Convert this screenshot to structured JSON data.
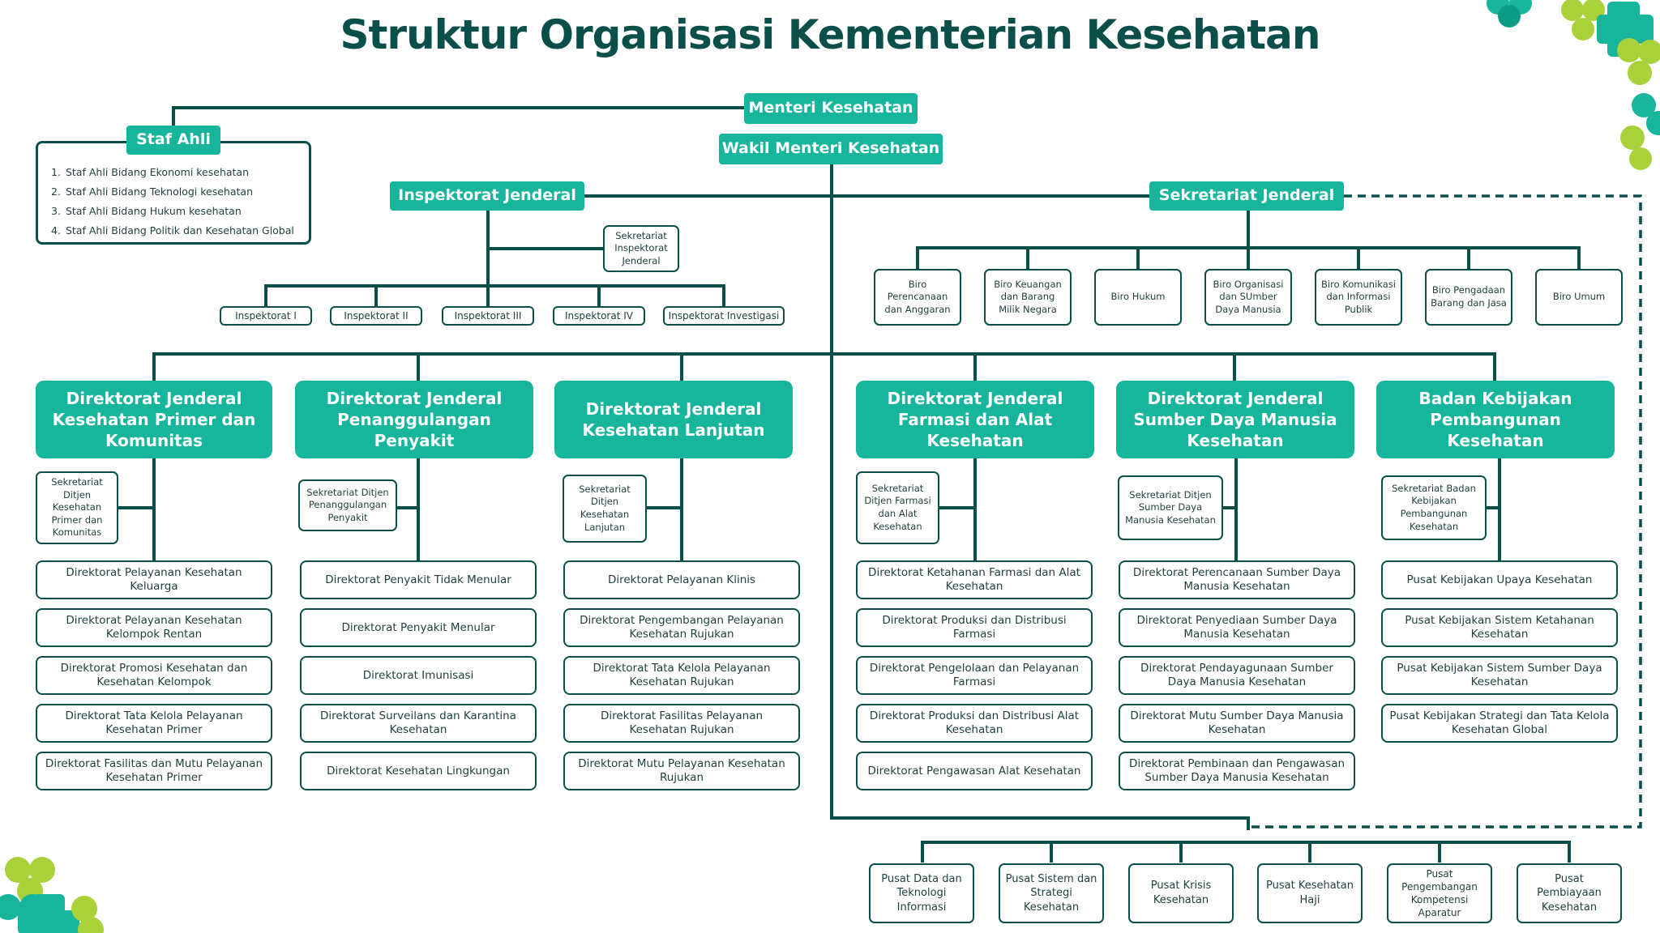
{
  "title": "Struktur Organisasi Kementerian Kesehatan",
  "colors": {
    "dark": "#0b4f4a",
    "teal": "#17b59c",
    "leaf_green": "#a8d13a",
    "leaf_teal": "#17b59c"
  },
  "top": {
    "menteri": "Menteri Kesehatan",
    "wakil": "Wakil Menteri Kesehatan",
    "inspektorat_jenderal": "Inspektorat Jenderal",
    "sekretariat_jenderal": "Sekretariat Jenderal"
  },
  "staf_ahli": {
    "title": "Staf Ahli",
    "items": [
      {
        "num": "1.",
        "label": "Staf Ahli Bidang Ekonomi kesehatan"
      },
      {
        "num": "2.",
        "label": "Staf Ahli Bidang Teknologi kesehatan"
      },
      {
        "num": "3.",
        "label": "Staf Ahli Bidang Hukum kesehatan"
      },
      {
        "num": "4.",
        "label": "Staf Ahli Bidang Politik dan Kesehatan Global"
      }
    ]
  },
  "inspektorat": {
    "sekretariat": "Sekretariat Inspektorat Jenderal",
    "units": [
      "Inspektorat I",
      "Inspektorat II",
      "Inspektorat III",
      "Inspektorat IV",
      "Inspektorat Investigasi"
    ]
  },
  "biro": [
    "Biro Perencanaan dan Anggaran",
    "Biro Keuangan dan Barang Milik Negara",
    "Biro Hukum",
    "Biro Organisasi dan SUmber Daya Manusia",
    "Biro Komunikasi dan Informasi Publik",
    "Biro Pengadaan Barang dan Jasa",
    "Biro Umum"
  ],
  "directorates": [
    {
      "head": "Direktorat Jenderal Kesehatan Primer dan Komunitas",
      "sekretariat": "Sekretariat Ditjen Kesehatan Primer dan Komunitas",
      "units": [
        "Direktorat Pelayanan Kesehatan Keluarga",
        "Direktorat Pelayanan Kesehatan Kelompok Rentan",
        "Direktorat Promosi Kesehatan dan Kesehatan Kelompok",
        "Direktorat Tata Kelola Pelayanan Kesehatan Primer",
        "Direktorat Fasilitas dan Mutu Pelayanan Kesehatan Primer"
      ]
    },
    {
      "head": "Direktorat Jenderal Penanggulangan Penyakit",
      "sekretariat": "Sekretariat Ditjen Penanggulangan Penyakit",
      "units": [
        "Direktorat Penyakit Tidak Menular",
        "Direktorat Penyakit Menular",
        "Direktorat Imunisasi",
        "Direktorat Surveilans dan Karantina Kesehatan",
        "Direktorat Kesehatan Lingkungan"
      ]
    },
    {
      "head": "Direktorat Jenderal Kesehatan Lanjutan",
      "sekretariat": "Sekretariat Ditjen Kesehatan Lanjutan",
      "units": [
        "Direktorat Pelayanan Klinis",
        "Direktorat Pengembangan Pelayanan Kesehatan Rujukan",
        "Direktorat Tata Kelola Pelayanan Kesehatan Rujukan",
        "Direktorat Fasilitas Pelayanan Kesehatan Rujukan",
        "Direktorat Mutu Pelayanan Kesehatan Rujukan"
      ]
    },
    {
      "head": "Direktorat Jenderal Farmasi dan Alat Kesehatan",
      "sekretariat": "Sekretariat Ditjen Farmasi dan Alat Kesehatan",
      "units": [
        "Direktorat Ketahanan Farmasi dan Alat Kesehatan",
        "Direktorat Produksi dan Distribusi Farmasi",
        "Direktorat Pengelolaan dan Pelayanan Farmasi",
        "Direktorat Produksi dan Distribusi Alat Kesehatan",
        "Direktorat Pengawasan Alat Kesehatan"
      ]
    },
    {
      "head": "Direktorat Jenderal Sumber Daya Manusia Kesehatan",
      "sekretariat": "Sekretariat Ditjen Sumber Daya Manusia Kesehatan",
      "units": [
        "Direktorat Perencanaan Sumber Daya Manusia Kesehatan",
        "Direktorat Penyediaan Sumber Daya Manusia Kesehatan",
        "Direktorat Pendayagunaan Sumber Daya Manusia Kesehatan",
        "Direktorat Mutu Sumber Daya Manusia Kesehatan",
        "Direktorat Pembinaan dan Pengawasan Sumber Daya Manusia Kesehatan"
      ]
    },
    {
      "head": "Badan Kebijakan Pembangunan Kesehatan",
      "sekretariat": "Sekretariat Badan Kebijakan Pembangunan Kesehatan",
      "units": [
        "Pusat Kebijakan Upaya Kesehatan",
        "Pusat Kebijakan Sistem Ketahanan Kesehatan",
        "Pusat Kebijakan Sistem Sumber Daya Kesehatan",
        "Pusat Kebijakan Strategi dan Tata Kelola Kesehatan Global"
      ]
    }
  ],
  "pusat": [
    "Pusat Data dan Teknologi Informasi",
    "Pusat Sistem dan Strategi Kesehatan",
    "Pusat Krisis Kesehatan",
    "Pusat Kesehatan Haji",
    "Pusat Pengembangan Kompetensi Aparatur",
    "Pusat Pembiayaan Kesehatan"
  ]
}
